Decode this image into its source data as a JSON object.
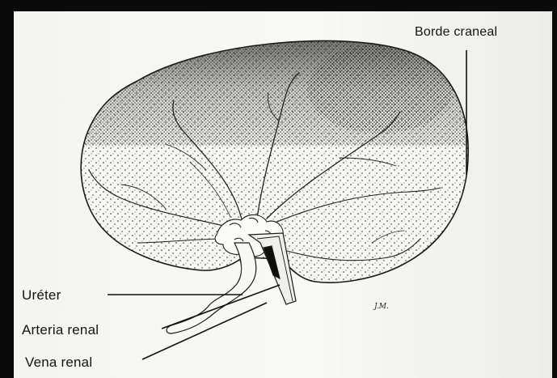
{
  "labels": {
    "borde_craneal": "Borde craneal",
    "ureter": "Uréter",
    "arteria_renal": "Arteria renal",
    "vena_renal": "Vena renal"
  },
  "artist_signature": "J.M."
}
